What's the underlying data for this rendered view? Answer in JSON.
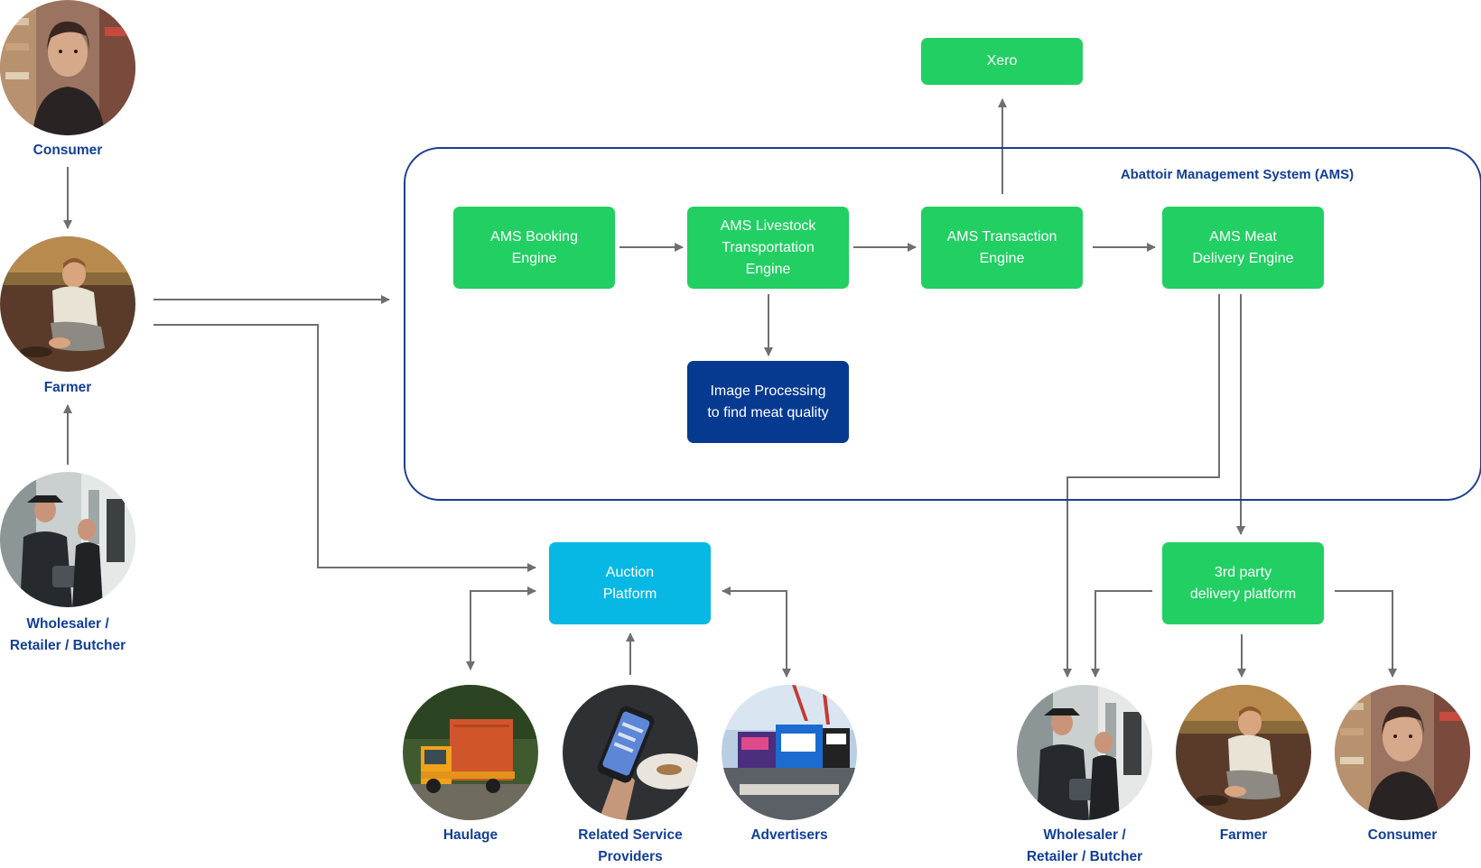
{
  "ams": {
    "title": "Abattoir Management System (AMS)",
    "booking": "AMS Booking\nEngine",
    "livestock": "AMS Livestock\nTransportation\nEngine",
    "transaction": "AMS Transaction\nEngine",
    "delivery": "AMS Meat\nDelivery Engine",
    "image_processing": "Image Processing\nto find meat quality"
  },
  "external": {
    "xero": "Xero",
    "auction": "Auction\nPlatform",
    "third_party": "3rd party\ndelivery platform"
  },
  "actors": {
    "consumer_left": "Consumer",
    "farmer_left": "Farmer",
    "wholesaler_left": "Wholesaler /\nRetailer / Butcher",
    "haulage": "Haulage",
    "related": "Related Service\nProviders",
    "advertisers": "Advertisers",
    "wholesaler_right": "Wholesaler /\nRetailer / Butcher",
    "farmer_right": "Farmer",
    "consumer_right": "Consumer"
  },
  "colors": {
    "engine_green": "#22cf63",
    "image_processing_navy": "#063a90",
    "auction_cyan": "#06b8e3",
    "label_blue": "#123f95",
    "arrow_gray": "#6f6f6f"
  }
}
